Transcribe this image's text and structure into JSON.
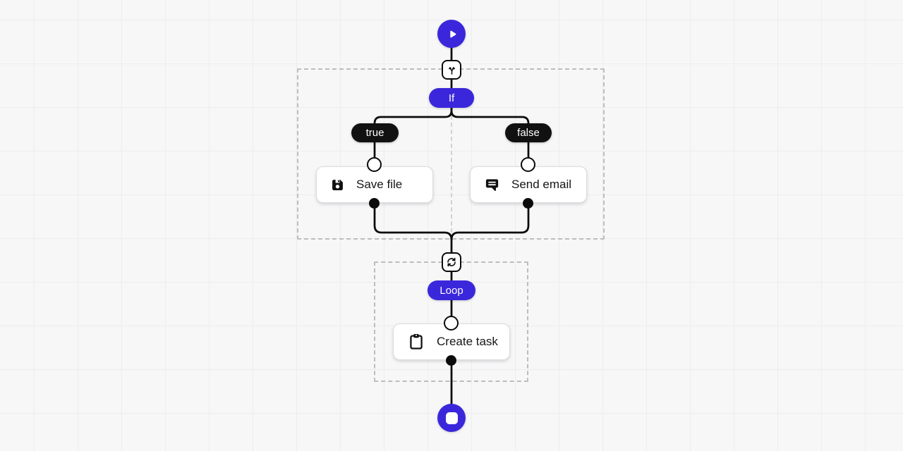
{
  "colors": {
    "accent": "#3b27db",
    "edge": "#0b0b0b",
    "branch_pill_bg": "#111111",
    "card_border": "#dcdcdc",
    "container_dash": "#bdbdbd",
    "canvas_bg": "#f7f7f8",
    "grid_line": "#ededee"
  },
  "icons": {
    "start": "play-icon",
    "if": "split-branch-icon",
    "save": "save-floppy-icon",
    "email": "message-lines-icon",
    "loop": "loop-cycle-icon",
    "task": "clipboard-icon",
    "end": "stop-icon"
  },
  "workflow": {
    "if_block": {
      "badge": "If",
      "branch_true": "true",
      "branch_false": "false",
      "true_node_label": "Save file",
      "false_node_label": "Send email"
    },
    "loop_block": {
      "badge": "Loop",
      "body_node_label": "Create task"
    }
  }
}
